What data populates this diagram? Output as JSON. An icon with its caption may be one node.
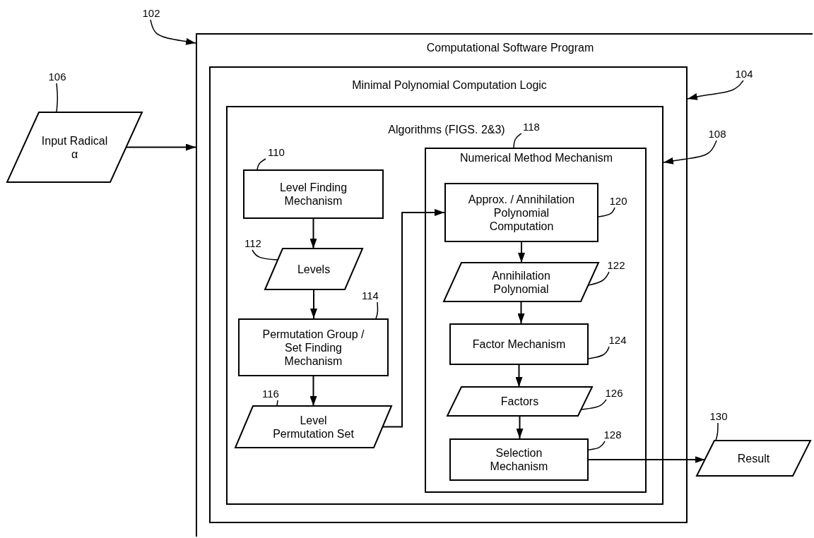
{
  "diagram": {
    "nodes": [
      {
        "text": [
          "Computational Software Program"
        ]
      },
      {
        "text": [
          "Minimal Polynomial Computation Logic"
        ],
        "in": 0
      },
      {
        "text": [
          "Algorithms (FIGS. 2&3)"
        ],
        "in": 1
      },
      {
        "text": [
          "Level Finding Mechanism"
        ],
        "in": 2
      },
      {
        "text": [
          "Levels"
        ],
        "in": 2
      },
      {
        "text": [
          "Permutation Group / Set Finding Mechanism"
        ],
        "in": 2
      },
      {
        "text": [
          "Level Permutation Set"
        ],
        "in": 2
      },
      {
        "text": [
          "Numerical Method Mechanism"
        ],
        "in": 2
      },
      {
        "text": [
          "Approx. / Annihilation Polynomial Computation"
        ],
        "in": 7
      },
      {
        "text": [
          "Annihilation Polynomial"
        ],
        "in": 7
      },
      {
        "text": [
          "Factor Mechanism"
        ],
        "in": 7
      },
      {
        "text": [
          "Factors"
        ],
        "in": 7
      },
      {
        "text": [
          "Selection Mechanism"
        ],
        "in": 7
      },
      {
        "text": [
          "Input Radical α"
        ]
      },
      {
        "text": [
          "Result"
        ],
        "in": 0
      },
      {
        "text": [
          "102"
        ]
      },
      {
        "text": [
          "104"
        ],
        "in": 0
      },
      {
        "text": [
          "106"
        ]
      },
      {
        "text": [
          "108"
        ],
        "in": 0
      },
      {
        "text": [
          "110"
        ],
        "in": 2
      },
      {
        "text": [
          "112"
        ],
        "in": 2
      },
      {
        "text": [
          "114"
        ],
        "in": 2
      },
      {
        "text": [
          "116"
        ],
        "in": 2
      },
      {
        "text": [
          "118"
        ],
        "in": 2
      },
      {
        "text": [
          "120"
        ],
        "in": 7
      },
      {
        "text": [
          "122"
        ],
        "in": 7
      },
      {
        "text": [
          "124"
        ],
        "in": 7
      },
      {
        "text": [
          "126"
        ],
        "in": 7
      },
      {
        "text": [
          "128"
        ],
        "in": 7
      },
      {
        "text": [
          "130"
        ],
        "in": 0
      }
    ],
    "edges": [
      {
        "from": 13,
        "to": 0,
        "arrow": "to"
      },
      {
        "from": 3,
        "to": 4,
        "arrow": "to"
      },
      {
        "from": 4,
        "to": 5,
        "arrow": "to"
      },
      {
        "from": 5,
        "to": 6,
        "arrow": "to"
      },
      {
        "from": 6,
        "to": 8,
        "arrow": "to"
      },
      {
        "from": 8,
        "to": 9,
        "arrow": "to"
      },
      {
        "from": 9,
        "to": 10,
        "arrow": "to"
      },
      {
        "from": 10,
        "to": 11,
        "arrow": "to"
      },
      {
        "from": 11,
        "to": 12,
        "arrow": "to"
      },
      {
        "from": 12,
        "to": 14,
        "arrow": "to"
      },
      {
        "from": 15,
        "to": 0,
        "arrow": "to"
      },
      {
        "from": 16,
        "to": 1,
        "arrow": "to"
      },
      {
        "from": 17,
        "to": 13,
        "arrow": "none"
      },
      {
        "from": 18,
        "to": 2,
        "arrow": "to"
      },
      {
        "from": 19,
        "to": 3,
        "arrow": "none"
      },
      {
        "from": 20,
        "to": 4,
        "arrow": "none"
      },
      {
        "from": 21,
        "to": 5,
        "arrow": "none"
      },
      {
        "from": 22,
        "to": 6,
        "arrow": "none"
      },
      {
        "from": 23,
        "to": 7,
        "arrow": "none"
      },
      {
        "from": 24,
        "to": 8,
        "arrow": "none"
      },
      {
        "from": 25,
        "to": 9,
        "arrow": "none"
      },
      {
        "from": 26,
        "to": 10,
        "arrow": "none"
      },
      {
        "from": 27,
        "to": 11,
        "arrow": "none"
      },
      {
        "from": 28,
        "to": 12,
        "arrow": "none"
      },
      {
        "from": 29,
        "to": 14,
        "arrow": "none"
      }
    ]
  }
}
